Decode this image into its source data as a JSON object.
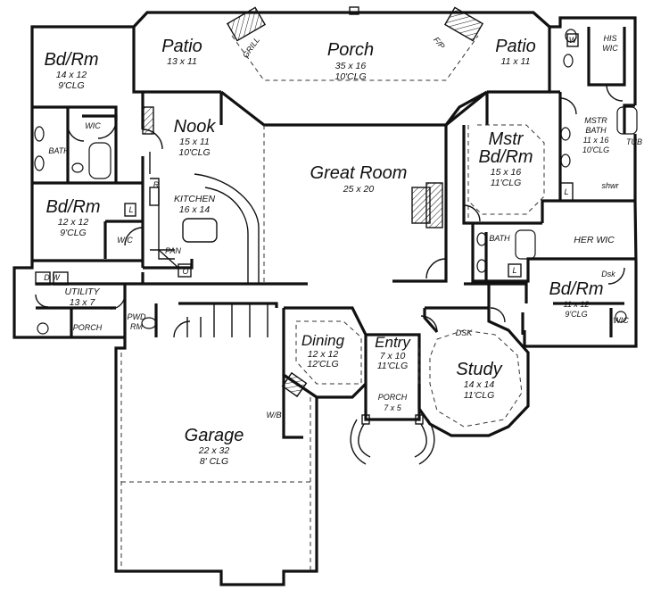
{
  "rooms": {
    "bdrm_nw": {
      "name": "Bd/Rm",
      "dims": "14 x 12",
      "clg": "9'CLG"
    },
    "patio_l": {
      "name": "Patio",
      "dims": "13 x 11"
    },
    "porch_top": {
      "name": "Porch",
      "dims": "35 x 16",
      "clg": "10'CLG"
    },
    "patio_r": {
      "name": "Patio",
      "dims": "11 x 11"
    },
    "his_wic": {
      "line1": "HIS",
      "line2": "WIC"
    },
    "mstr_bath": {
      "line1": "MSTR",
      "line2": "BATH",
      "dims": "11 x 16",
      "clg": "10'CLG"
    },
    "nook": {
      "name": "Nook",
      "dims": "15 x 11",
      "clg": "10'CLG"
    },
    "mstr_bd": {
      "line1": "Mstr",
      "line2": "Bd/Rm",
      "dims": "15 x 16",
      "clg": "11'CLG"
    },
    "great": {
      "name": "Great Room",
      "dims": "25 x 20"
    },
    "kitchen": {
      "name": "KITCHEN",
      "dims": "16 x 14"
    },
    "bdrm_w": {
      "name": "Bd/Rm",
      "dims": "12 x 12",
      "clg": "9'CLG"
    },
    "utility": {
      "name": "UTILITY",
      "dims": "13 x 7"
    },
    "bdrm_e": {
      "name": "Bd/Rm",
      "dims": "11 x 12",
      "clg": "9'CLG"
    },
    "dining": {
      "name": "Dining",
      "dims": "12 x 12",
      "clg": "12'CLG"
    },
    "entry": {
      "name": "Entry",
      "dims": "7 x 10",
      "clg": "11'CLG"
    },
    "study": {
      "name": "Study",
      "dims": "14 x 14",
      "clg": "11'CLG"
    },
    "porch_front": {
      "name": "PORCH",
      "dims": "7 x 5"
    },
    "garage": {
      "name": "Garage",
      "dims": "22 x 32",
      "clg": "8' CLG"
    }
  },
  "tags": {
    "grill": "GRILL",
    "fp": "F/P",
    "wic_a": "WIC",
    "wic_b": "WIC",
    "wic_c": "WIC",
    "bath_a": "BATH",
    "bath_b": "BATH",
    "her_wic": "HER WIC",
    "tub": "TUB",
    "shwr": "shwr",
    "dsk_a": "DSK",
    "dsk_b": "Dsk",
    "pan": "PAN",
    "r": "R",
    "o": "O",
    "l_a": "L",
    "l_b": "L",
    "l_c": "L",
    "w": "W",
    "dw": "D  W",
    "porch_side": "PORCH",
    "pwd1": "PWD",
    "pwd2": "RM",
    "wb": "W/B"
  }
}
